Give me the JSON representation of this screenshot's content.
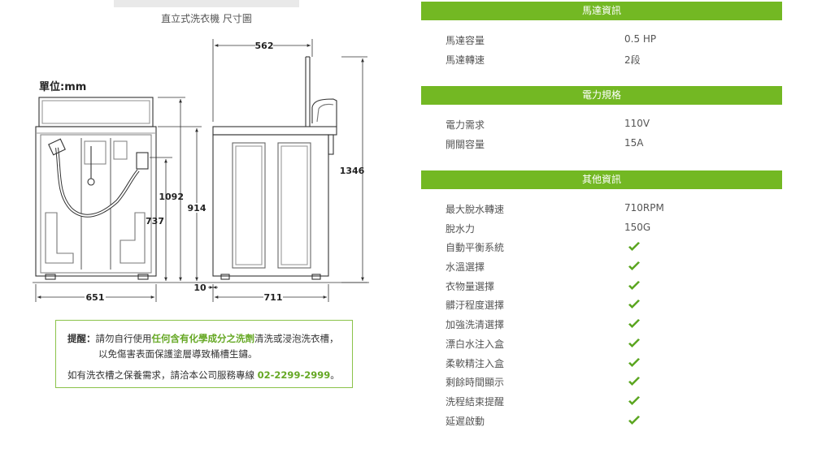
{
  "diagram": {
    "title": "直立式洗衣機 尺寸圖",
    "unit": "單位:mm",
    "dims": {
      "top_width": "562",
      "total_height": "1346",
      "height_1092": "1092",
      "height_914": "914",
      "height_737": "737",
      "front_width": "651",
      "gap": "10",
      "side_depth": "711"
    }
  },
  "notice": {
    "label": "提醒：",
    "line1_pre": "請勿自行使用",
    "line1_highlight": "任何含有化學成分之洗劑",
    "line1_post": "清洗或浸泡洗衣槽，",
    "line2": "以免傷害表面保護塗層導致桶槽生鏽。",
    "line3_pre": "如有洗衣槽之保養需求，請洽本公司服務專線 ",
    "phone": "02-2299-2999",
    "line3_post": "。"
  },
  "motor": {
    "header": "馬達資訊",
    "rows": [
      {
        "label": "馬達容量",
        "value": "0.5 HP"
      },
      {
        "label": "馬達轉速",
        "value": "2段"
      }
    ]
  },
  "power": {
    "header": "電力規格",
    "rows": [
      {
        "label": "電力需求",
        "value": "110V"
      },
      {
        "label": "開關容量",
        "value": "15A"
      }
    ]
  },
  "other": {
    "header": "其他資訊",
    "rows": [
      {
        "label": "最大脫水轉速",
        "value": "710RPM"
      },
      {
        "label": "脫水力",
        "value": "150G"
      },
      {
        "label": "自動平衡系統",
        "value": "check-icon"
      },
      {
        "label": "水溫選擇",
        "value": "check-icon"
      },
      {
        "label": "衣物量選擇",
        "value": "check-icon"
      },
      {
        "label": "髒汙程度選擇",
        "value": "check-icon"
      },
      {
        "label": "加強洗清選擇",
        "value": "check-icon"
      },
      {
        "label": "漂白水注入盒",
        "value": "check-icon"
      },
      {
        "label": "柔軟精注入盒",
        "value": "check-icon"
      },
      {
        "label": "剩餘時間顯示",
        "value": "check-icon"
      },
      {
        "label": "洗程結束提醒",
        "value": "check-icon"
      },
      {
        "label": "延遲啟動",
        "value": "check-icon"
      }
    ]
  },
  "colors": {
    "accent": "#73b823",
    "highlight": "#66a825",
    "check": "#5aa51f"
  }
}
